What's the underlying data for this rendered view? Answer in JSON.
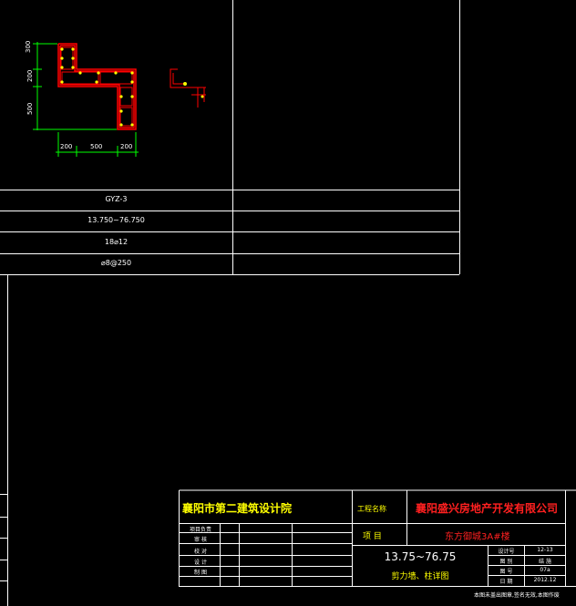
{
  "drawing": {
    "detail_dims": {
      "left_vertical": [
        "300",
        "200",
        "500"
      ],
      "bottom_horizontal": [
        "200",
        "500",
        "200"
      ]
    },
    "schedule": {
      "rows": [
        {
          "value": "GYZ-3"
        },
        {
          "value": "13.750~76.750"
        },
        {
          "value": "18⌀12"
        },
        {
          "value": "⌀8@250"
        }
      ]
    }
  },
  "title_block": {
    "design_institute": "襄阳市第二建筑设计院",
    "project_label": "工程名称",
    "project_value": "襄阳盛兴房地产开发有限公司",
    "item_label": "项  目",
    "item_value": "东方御城3A#楼",
    "sign_rows": [
      "项目负责",
      "审  核",
      "校  对",
      "设  计",
      "制  图"
    ],
    "drawing_title_line1": "13.75~76.75",
    "drawing_title_line2": "剪力墙、柱详图",
    "info_rows": [
      {
        "label": "设计号",
        "value": "12-13"
      },
      {
        "label": "图  别",
        "value": "结  施"
      },
      {
        "label": "图  号",
        "value": "07a"
      },
      {
        "label": "日  期",
        "value": "2012.12"
      }
    ],
    "footnote": "本图未盖出图章,签名无效,本图作废"
  },
  "colors": {
    "background": "#000000",
    "lines": "#ffffff",
    "dims": "#00ff00",
    "rebar": "#ff0000",
    "annot_yellow": "#ffff00",
    "red_text": "#ff2020"
  }
}
